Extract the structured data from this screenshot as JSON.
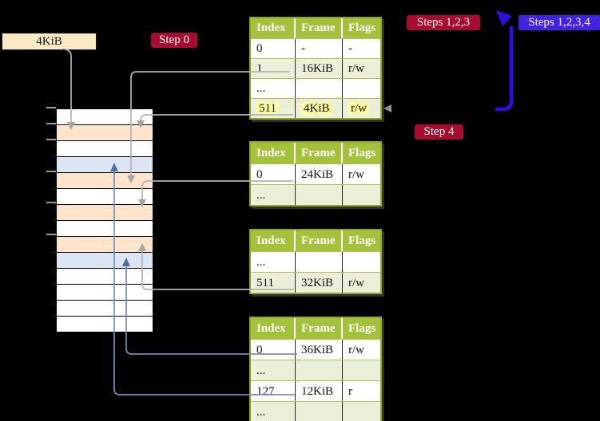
{
  "labels": {
    "size_box": "4KiB",
    "step0": "Step 0",
    "steps123": "Steps 1,2,3",
    "steps1234": "Steps 1,2,3,4",
    "step4": "Step 4"
  },
  "colors": {
    "crimson": "#a60c2d",
    "blue_label": "#4123e2",
    "arrow_blue": "#2c10e2",
    "table_green": "#a3c13a",
    "row_green": "#ebf1d9",
    "highlight": "#ffff9d",
    "strip_peach": "#fde4cb",
    "strip_blue": "#dbe5f4",
    "wheat": "#fbe9c6",
    "connector_gray": "#b3b3b3",
    "connector_blue": "#7191bd"
  },
  "memory_strip": {
    "rows": [
      "white",
      "peach",
      "white",
      "blue",
      "peach",
      "white",
      "peach",
      "white",
      "peach",
      "blue",
      "white",
      "white",
      "white",
      "white"
    ]
  },
  "tables": [
    {
      "headers": [
        "Index",
        "Frame",
        "Flags"
      ],
      "rows": [
        {
          "cells": [
            "0",
            "-",
            "-"
          ],
          "shaded": false,
          "highlight": false
        },
        {
          "cells": [
            "1",
            "16KiB",
            "r/w"
          ],
          "shaded": true,
          "highlight": false
        },
        {
          "cells": [
            "...",
            "",
            ""
          ],
          "shaded": false,
          "highlight": false
        },
        {
          "cells": [
            "511",
            "4KiB",
            "r/w"
          ],
          "shaded": true,
          "highlight": true
        }
      ]
    },
    {
      "headers": [
        "Index",
        "Frame",
        "Flags"
      ],
      "rows": [
        {
          "cells": [
            "0",
            "24KiB",
            "r/w"
          ],
          "shaded": false,
          "highlight": false
        },
        {
          "cells": [
            "...",
            "",
            ""
          ],
          "shaded": true,
          "highlight": false
        }
      ]
    },
    {
      "headers": [
        "Index",
        "Frame",
        "Flags"
      ],
      "rows": [
        {
          "cells": [
            "...",
            "",
            ""
          ],
          "shaded": false,
          "highlight": false
        },
        {
          "cells": [
            "511",
            "32KiB",
            "r/w"
          ],
          "shaded": true,
          "highlight": false
        }
      ]
    },
    {
      "headers": [
        "Index",
        "Frame",
        "Flags"
      ],
      "rows": [
        {
          "cells": [
            "0",
            "36KiB",
            "r/w"
          ],
          "shaded": false,
          "highlight": false
        },
        {
          "cells": [
            "...",
            "",
            ""
          ],
          "shaded": true,
          "highlight": false
        },
        {
          "cells": [
            "127",
            "12KiB",
            "r"
          ],
          "shaded": false,
          "highlight": false
        },
        {
          "cells": [
            "...",
            "",
            ""
          ],
          "shaded": true,
          "highlight": false
        }
      ]
    }
  ]
}
